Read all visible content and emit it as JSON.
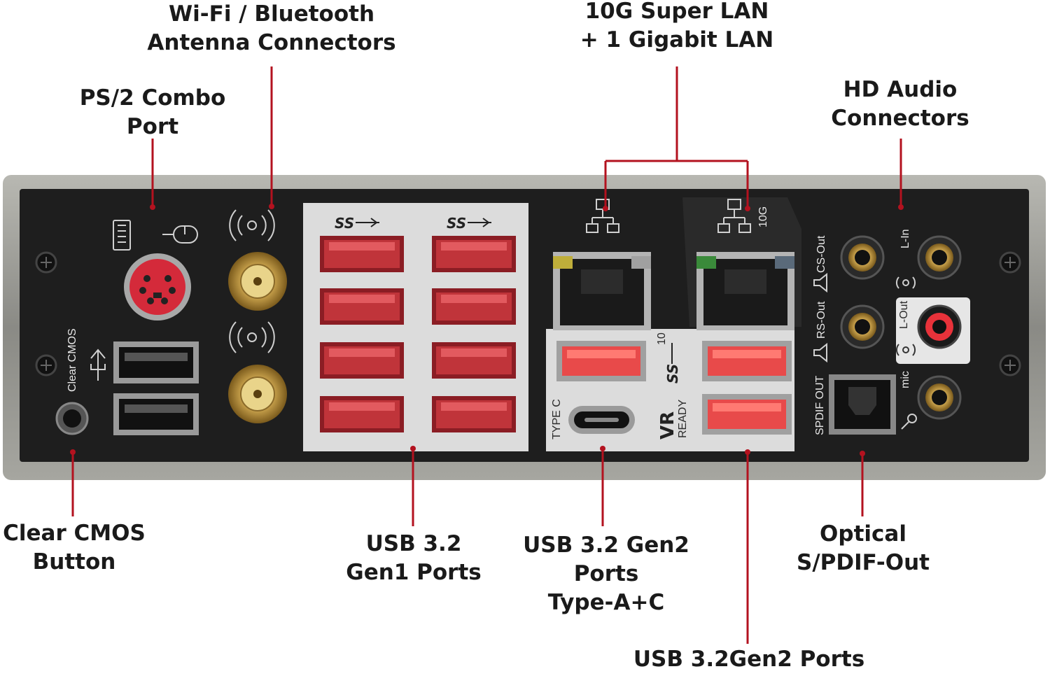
{
  "callouts": {
    "wifi": [
      "Wi-Fi / Bluetooth",
      "Antenna Connectors"
    ],
    "ps2": [
      "PS/2 Combo",
      "Port"
    ],
    "lan": [
      "10G Super LAN",
      "+ 1 Gigabit LAN"
    ],
    "audio": [
      "HD Audio",
      "Connectors"
    ],
    "cmos": [
      "Clear CMOS",
      "Button"
    ],
    "usb_gen1": [
      "USB 3.2",
      "Gen1 Ports"
    ],
    "usb_gen2_ac": [
      "USB 3.2 Gen2",
      "Ports",
      "Type-A+C"
    ],
    "optical": [
      "Optical",
      "S/PDIF-Out"
    ],
    "usb_gen2": [
      "USB 3.2Gen2 Ports"
    ]
  },
  "panel_labels": {
    "clear_cmos": "Clear CMOS",
    "type_c": "TYPE C",
    "ten_g": "10G",
    "usb10": "10",
    "vr_ready": "READY",
    "cs_out": "CS-Out",
    "rs_out": "RS-Out",
    "l_in": "L-In",
    "l_out": "L-Out",
    "mic": "mic",
    "spdif_out": "SPDIF OUT"
  },
  "colors": {
    "leader": "#b3121f",
    "usb_port": "#c0343a",
    "panel": "#1e1e1e",
    "frame": "#8c8c88"
  }
}
